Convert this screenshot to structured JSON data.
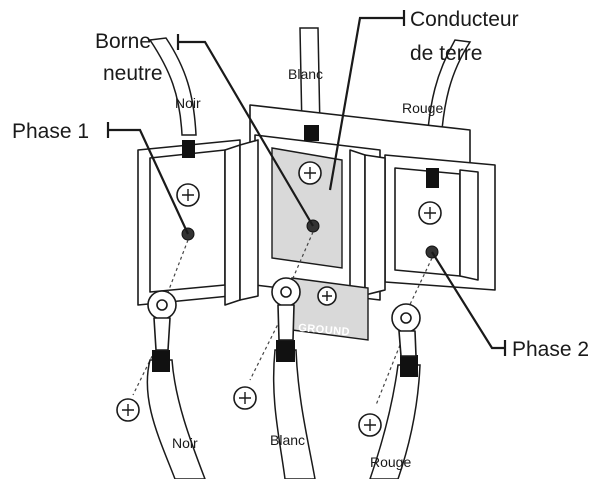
{
  "callouts": {
    "borne_line1": "Borne",
    "borne_line2": "neutre",
    "conducteur_line1": "Conducteur",
    "conducteur_line2": "de terre",
    "phase1": "Phase 1",
    "phase2": "Phase 2"
  },
  "wire_labels": {
    "top_noir": "Noir",
    "top_blanc": "Blanc",
    "top_rouge": "Rouge",
    "bottom_noir": "Noir",
    "bottom_blanc": "Blanc",
    "bottom_rouge": "Rouge"
  },
  "ground_plate": "GROUND"
}
